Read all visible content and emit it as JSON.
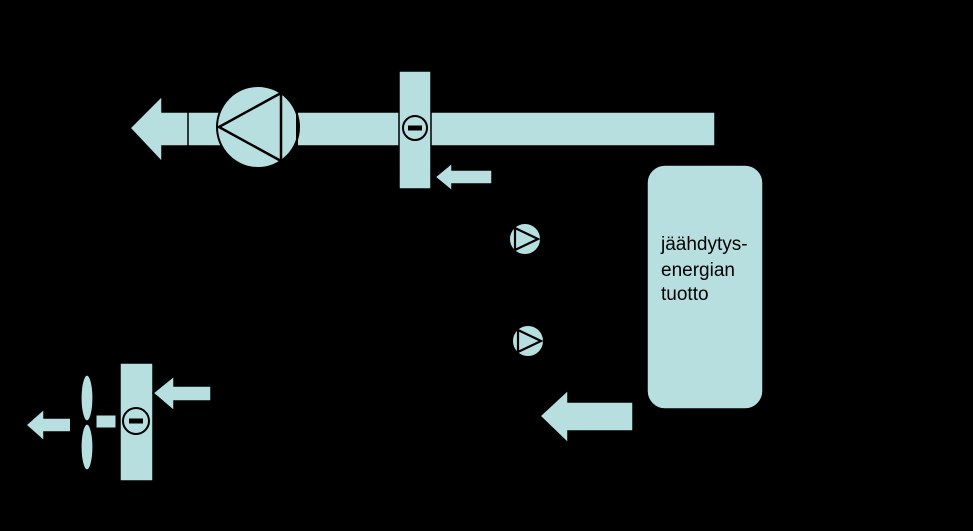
{
  "colors": {
    "background": "#000000",
    "fill": "#b8dfe0",
    "stroke": "#000000"
  },
  "diagram": {
    "cooling_unit": {
      "label_lines": [
        "jäähdytys-",
        "energian",
        "tuotto"
      ]
    },
    "icons": [
      "exhaust-arrow-icon",
      "fan-icon",
      "heat-exchanger-minus-icon",
      "pump-triangle-icon",
      "inflow-arrow-icon"
    ]
  }
}
